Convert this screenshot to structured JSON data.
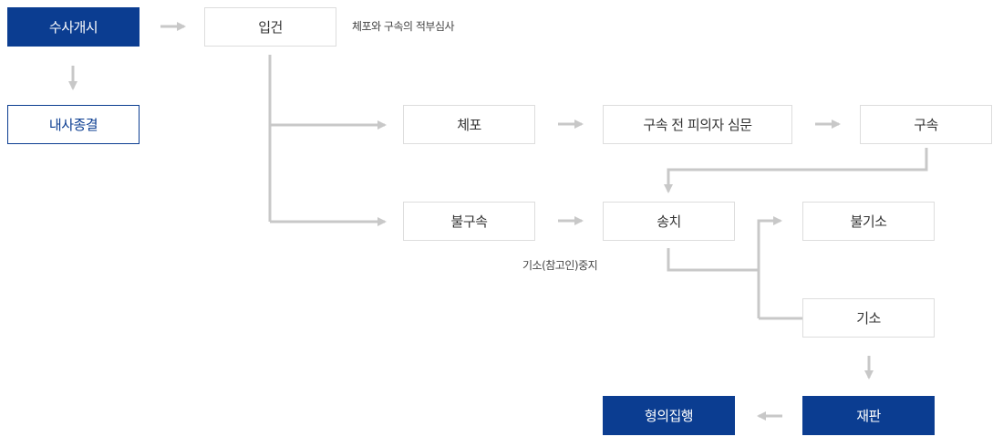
{
  "nodes": {
    "investigation_start": "수사개시",
    "internal_closure": "내사종결",
    "case_registration": "입건",
    "arrest": "체포",
    "pre_detention_hearing": "구속 전 피의자 심문",
    "detention": "구속",
    "non_detention": "불구속",
    "referral": "송치",
    "non_indictment": "불기소",
    "indictment": "기소",
    "trial": "재판",
    "sentence_execution": "형의집행"
  },
  "notes": {
    "arrest_review": "체포와 구속의 적부심사",
    "suspension": "기소(참고인)중지"
  },
  "colors": {
    "primary": "#0b3d91",
    "connector": "#c8c8c8",
    "box_border": "#dddddd"
  }
}
